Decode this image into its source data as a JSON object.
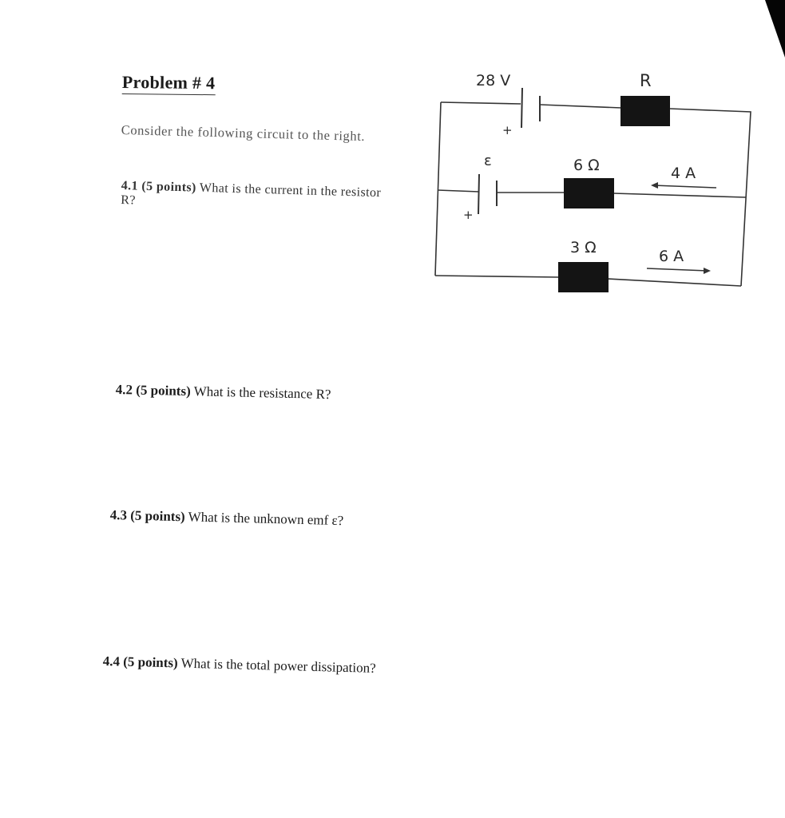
{
  "title": "Problem # 4",
  "intro": "Consider the following circuit to the right.",
  "questions": [
    {
      "label": "4.1 (5 points)",
      "text": "What is the current in the resistor R?"
    },
    {
      "label": "4.2 (5 points)",
      "text": "What is the resistance R?"
    },
    {
      "label": "4.3 (5 points)",
      "text": "What is the unknown emf ε?"
    },
    {
      "label": "4.4 (5 points)",
      "text": "What is the total power dissipation?"
    }
  ],
  "circuit": {
    "battery_top_label": "28 V",
    "battery_mid_label": "ε",
    "plus_sign": "+",
    "resistor_top_label": "R",
    "resistor_mid_label": "6 Ω",
    "resistor_bot_label": "3 Ω",
    "current_mid_label": "4 A",
    "current_bot_label": "6 A"
  }
}
